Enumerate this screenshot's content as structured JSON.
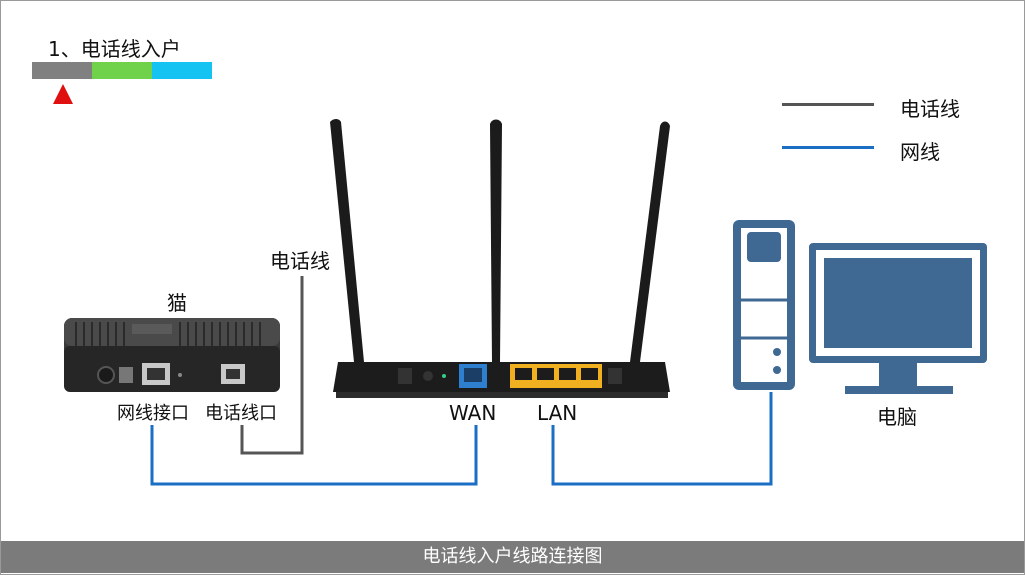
{
  "title": "1、电话线入户",
  "progress": {
    "segments": [
      "#808080",
      "#6fd24a",
      "#15c3f3"
    ],
    "marker_color": "#e01010"
  },
  "legend": [
    {
      "label": "电话线",
      "color": "#555555"
    },
    {
      "label": "网线",
      "color": "#1a6fc4"
    }
  ],
  "devices": {
    "modem": {
      "name": "猫",
      "port_network": "网线接口",
      "port_phone": "电话线口"
    },
    "router": {
      "port_wan": "WAN",
      "port_lan": "LAN"
    },
    "computer": {
      "name": "电脑"
    }
  },
  "phone_line_label": "电话线",
  "footer": "电话线入户线路连接图"
}
